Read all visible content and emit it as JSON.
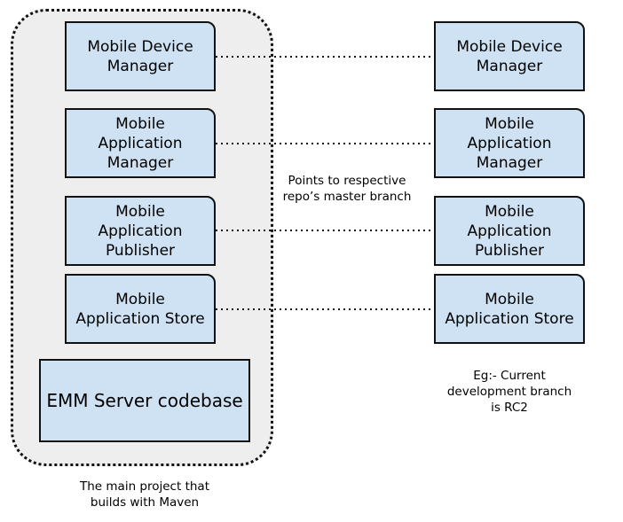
{
  "main_project": {
    "modules": [
      {
        "label": "Mobile Device\nManager"
      },
      {
        "label": "Mobile\nApplication\nManager"
      },
      {
        "label": "Mobile\nApplication\nPublisher"
      },
      {
        "label": "Mobile\nApplication Store"
      }
    ],
    "codebase_label": "EMM Server codebase",
    "caption": "The main project that\nbuilds with Maven"
  },
  "repos": {
    "modules": [
      {
        "label": "Mobile Device\nManager"
      },
      {
        "label": "Mobile\nApplication\nManager"
      },
      {
        "label": "Mobile\nApplication\nPublisher"
      },
      {
        "label": "Mobile\nApplication Store"
      }
    ],
    "caption": "Eg:- Current\ndevelopment branch\nis RC2"
  },
  "connector_note": "Points to respective\nrepo’s master branch",
  "colors": {
    "box_fill": "#cfe2f3",
    "container_fill": "#eeeeee",
    "stroke": "#111111"
  }
}
